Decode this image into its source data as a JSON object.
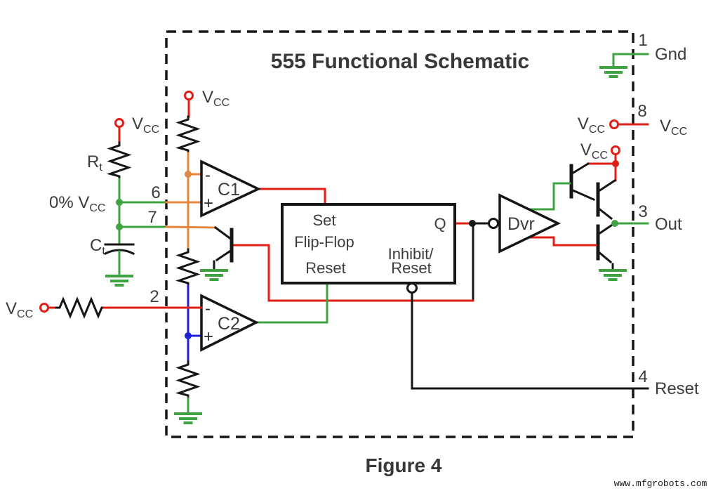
{
  "title": "555 Functional Schematic",
  "caption": "Figure 4",
  "watermark": "www.mfgrobots.com",
  "colors": {
    "red": "#E01E16",
    "green": "#3EA340",
    "orange": "#E6863C",
    "blue": "#2021D6",
    "black": "#161616",
    "text": "#3C3C3C"
  },
  "text": {
    "v": "V",
    "cc": "CC",
    "r": "R",
    "t": "t",
    "c": "C",
    "zero_pct_v": "0% V",
    "minus": "-",
    "plus": "+"
  },
  "components": {
    "comparator1": "C1",
    "comparator2": "C2",
    "driver": "Dvr",
    "flipflop": {
      "set": "Set",
      "name": "Flip-Flop",
      "reset": "Reset",
      "inhibit_line1": "Inhibit/",
      "inhibit_line2": "Reset",
      "q": "Q"
    }
  },
  "pins": {
    "p1": {
      "num": "1",
      "name": "Gnd"
    },
    "p2": {
      "num": "2"
    },
    "p3": {
      "num": "3",
      "name": "Out"
    },
    "p4": {
      "num": "4",
      "name": "Reset"
    },
    "p6": {
      "num": "6"
    },
    "p7": {
      "num": "7"
    },
    "p8": {
      "num": "8"
    }
  }
}
